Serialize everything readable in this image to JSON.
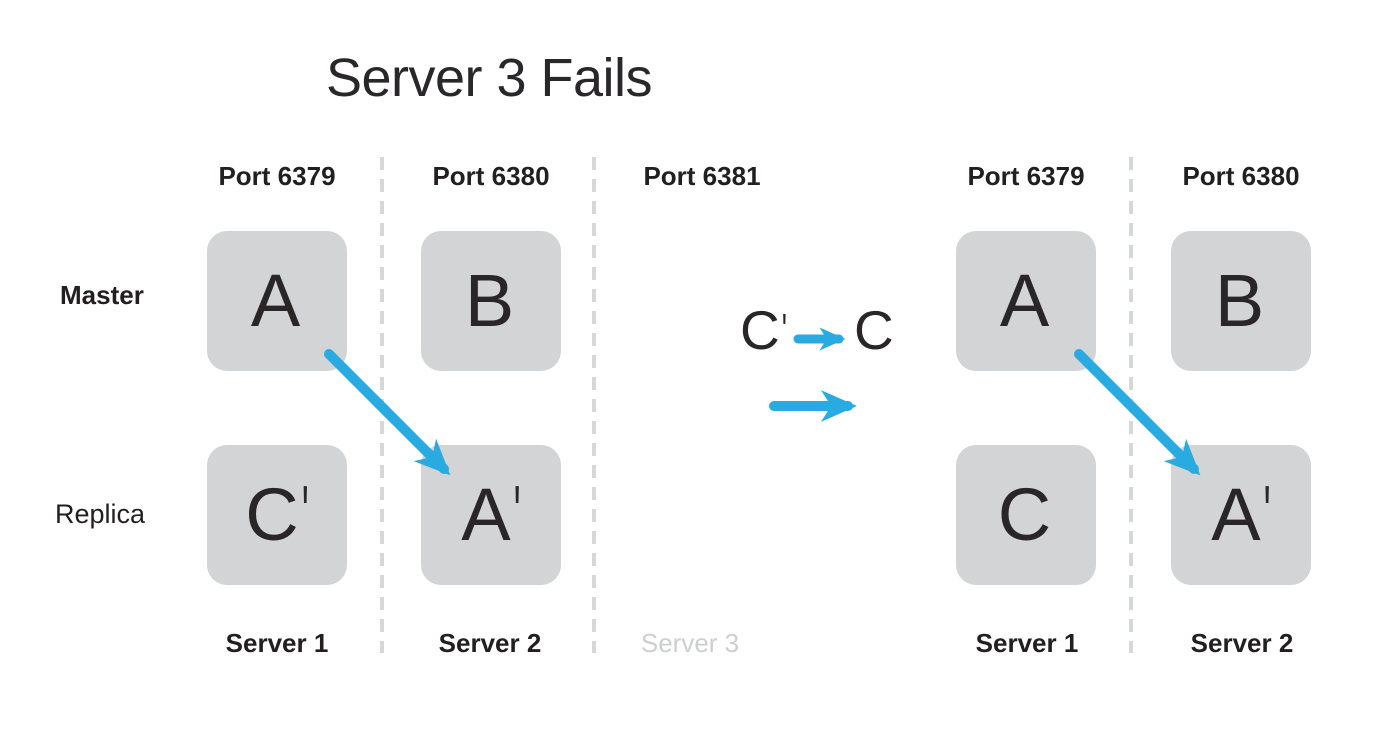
{
  "title": "Server 3 Fails",
  "colors": {
    "accent_blue": "#29abe2",
    "box_gray": "#d2d4d5",
    "text_dark": "#231f20",
    "muted_gray": "#ccced0",
    "divider_gray": "#d5d7d8"
  },
  "row_labels": {
    "master": "Master",
    "replica": "Replica"
  },
  "left_cluster": {
    "ports": [
      "Port 6379",
      "Port 6380",
      "Port 6381"
    ],
    "servers": [
      "Server 1",
      "Server 2",
      "Server 3"
    ],
    "nodes": {
      "master_a": {
        "letter": "A",
        "prime": ""
      },
      "master_b": {
        "letter": "B",
        "prime": ""
      },
      "replica_c": {
        "letter": "C",
        "prime": "'"
      },
      "replica_a": {
        "letter": "A",
        "prime": "'"
      }
    }
  },
  "promotion": {
    "from_letter": "C",
    "from_prime": "'",
    "to_letter": "C"
  },
  "right_cluster": {
    "ports": [
      "Port 6379",
      "Port 6380"
    ],
    "servers": [
      "Server 1",
      "Server 2"
    ],
    "nodes": {
      "master_a": {
        "letter": "A",
        "prime": ""
      },
      "master_b": {
        "letter": "B",
        "prime": ""
      },
      "replica_c": {
        "letter": "C",
        "prime": ""
      },
      "replica_a": {
        "letter": "A",
        "prime": "'"
      }
    }
  }
}
